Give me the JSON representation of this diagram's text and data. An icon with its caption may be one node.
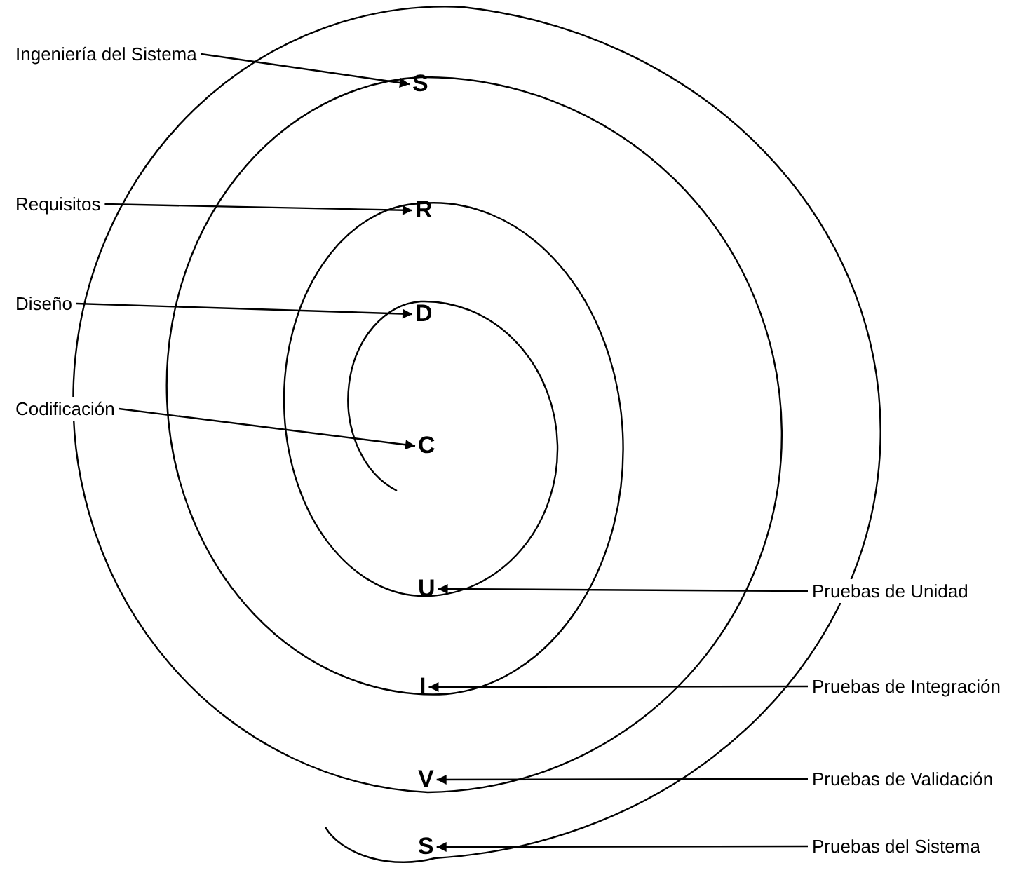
{
  "diagram": {
    "nodes": [
      {
        "text": [
          "Ingeniería del Sistema"
        ]
      },
      {
        "text": [
          "S"
        ]
      },
      {
        "text": [
          "Requisitos"
        ]
      },
      {
        "text": [
          "R"
        ]
      },
      {
        "text": [
          "Diseño"
        ]
      },
      {
        "text": [
          "D"
        ]
      },
      {
        "text": [
          "Codificación"
        ]
      },
      {
        "text": [
          "C"
        ]
      },
      {
        "text": [
          "U"
        ]
      },
      {
        "text": [
          "Pruebas de Unidad"
        ]
      },
      {
        "text": [
          "I"
        ]
      },
      {
        "text": [
          "Pruebas de Integración"
        ]
      },
      {
        "text": [
          "V"
        ]
      },
      {
        "text": [
          "Pruebas de Validación"
        ]
      },
      {
        "text": [
          "S"
        ]
      },
      {
        "text": [
          "Pruebas del Sistema"
        ]
      }
    ],
    "edges": [
      {
        "from": 0,
        "to": 1,
        "arrow": "to"
      },
      {
        "from": 2,
        "to": 3,
        "arrow": "to"
      },
      {
        "from": 4,
        "to": 5,
        "arrow": "to"
      },
      {
        "from": 6,
        "to": 7,
        "arrow": "to"
      },
      {
        "from": 9,
        "to": 8,
        "arrow": "to"
      },
      {
        "from": 11,
        "to": 10,
        "arrow": "to"
      },
      {
        "from": 13,
        "to": 12,
        "arrow": "to"
      },
      {
        "from": 15,
        "to": 14,
        "arrow": "to"
      }
    ]
  }
}
